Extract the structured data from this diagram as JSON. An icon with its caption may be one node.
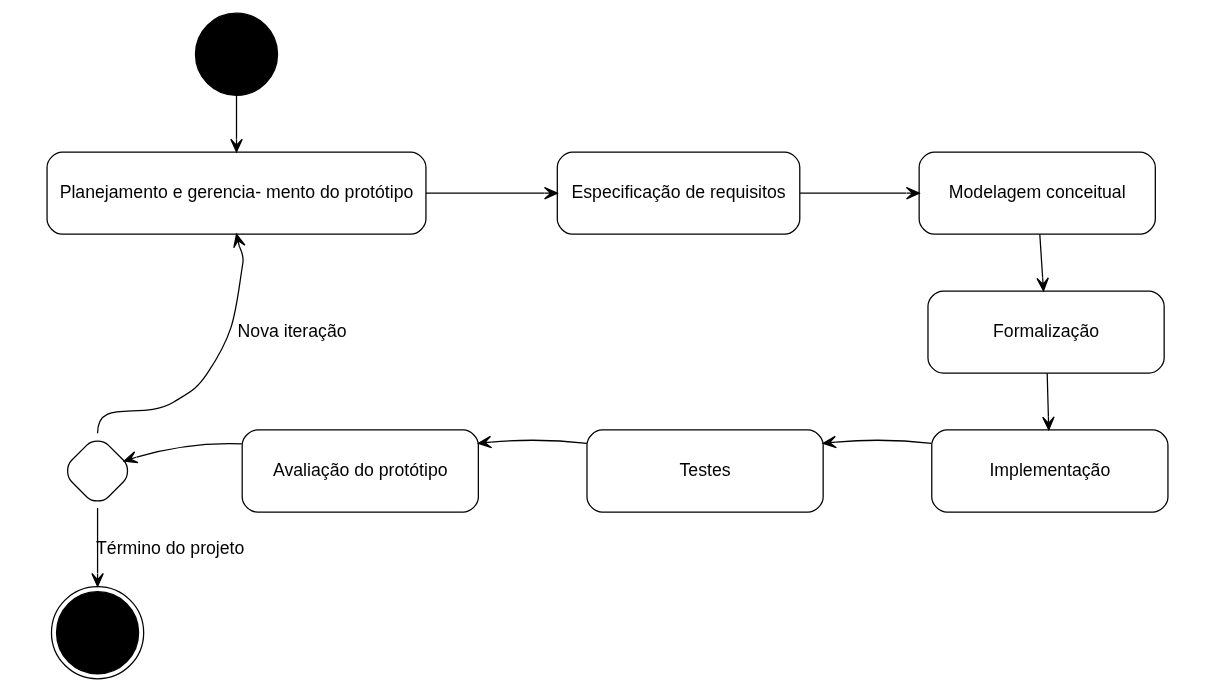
{
  "diagram": {
    "nodes": [
      {
        "text": [],
        "shape": "circle"
      },
      {
        "text": [
          "Planejamento e gerencia- mento do protótipo"
        ]
      },
      {
        "text": [
          "Especificação de requisitos"
        ]
      },
      {
        "text": [
          "Modelagem conceitual"
        ]
      },
      {
        "text": [
          "Formalização"
        ]
      },
      {
        "text": [
          "Implementação"
        ]
      },
      {
        "text": [
          "Testes"
        ]
      },
      {
        "text": [
          "Avaliação do protótipo"
        ]
      },
      {
        "text": [],
        "shape": "diamond"
      },
      {
        "text": [],
        "shape": "circle"
      }
    ],
    "edges": [
      {
        "from": 0,
        "to": 1,
        "arrow": "to"
      },
      {
        "from": 1,
        "to": 2,
        "arrow": "to"
      },
      {
        "from": 2,
        "to": 3,
        "arrow": "to"
      },
      {
        "from": 3,
        "to": 4,
        "arrow": "to"
      },
      {
        "from": 4,
        "to": 5,
        "arrow": "to"
      },
      {
        "from": 5,
        "to": 6,
        "arrow": "to"
      },
      {
        "from": 6,
        "to": 7,
        "arrow": "to"
      },
      {
        "from": 7,
        "to": 8,
        "arrow": "to"
      },
      {
        "from": 8,
        "to": 1,
        "arrow": "to",
        "label": "Nova iteração"
      },
      {
        "from": 8,
        "to": 9,
        "arrow": "to",
        "label": "Término do projeto"
      }
    ]
  }
}
